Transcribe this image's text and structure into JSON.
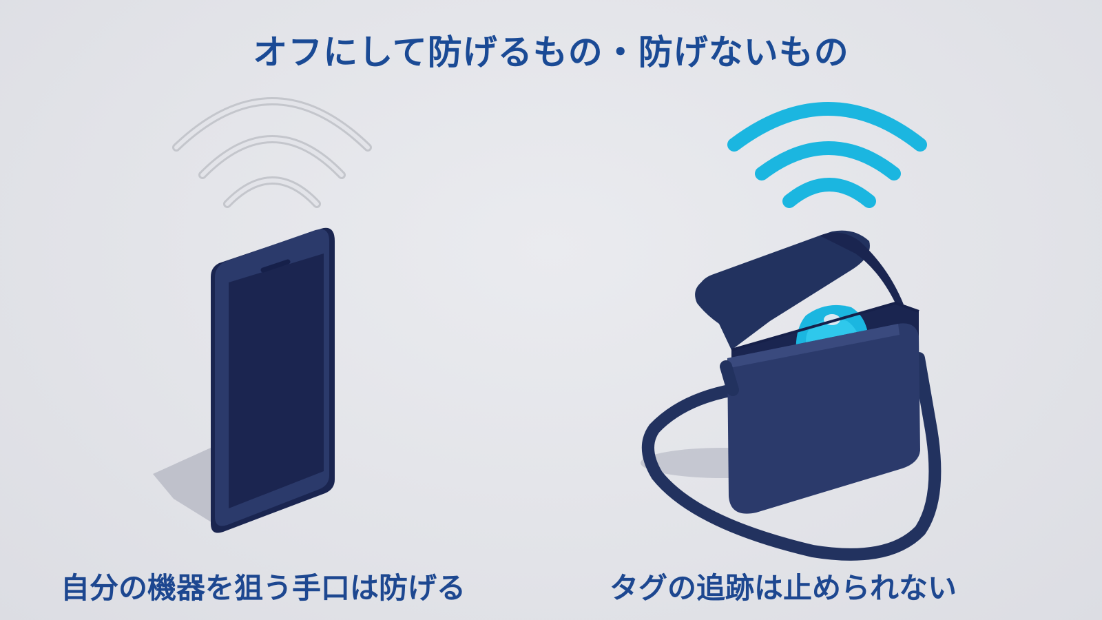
{
  "title": "オフにして防げるもの・防げないもの",
  "left_panel": {
    "caption": "自分の機器を狙う手口は防げる",
    "signal_state": "off",
    "signal_color": "#c4c6cc",
    "device_icon": "smartphone-icon"
  },
  "right_panel": {
    "caption": "タグの追跡は止められない",
    "signal_state": "on",
    "signal_color": "#1bb6e0",
    "device_icon": "bag-with-tracker-tag-icon"
  },
  "colors": {
    "title": "#1a4a95",
    "caption": "#1d4790",
    "navy": "#23335f",
    "background": "#e3e4e9"
  }
}
